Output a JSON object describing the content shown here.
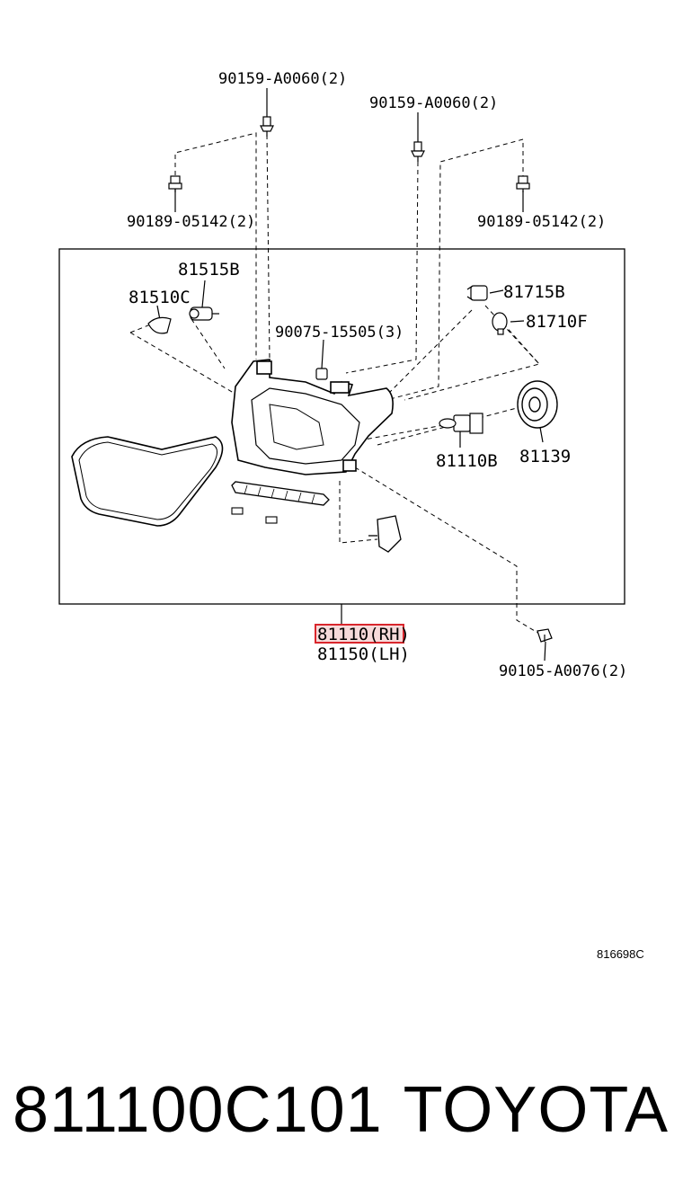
{
  "diagram": {
    "labels": {
      "bolt_upper_left": "90159-A0060(2)",
      "bolt_upper_right": "90159-A0060(2)",
      "clip_left": "90189-05142(2)",
      "clip_right": "90189-05142(2)",
      "bulb_81515b": "81515B",
      "socket_81510c": "81510C",
      "nut_90075": "90075-15505(3)",
      "socket_81715b": "81715B",
      "bulb_81710f": "81710F",
      "bulb_81110b": "81110B",
      "cover_81139": "81139",
      "assy_rh": "81110(RH)",
      "assy_lh": "81150(LH)",
      "screw_90105": "90105-A0076(2)",
      "ref_code": "816698C"
    },
    "highlight_color": "#d9262c"
  },
  "footer": {
    "part_number": "811100C101",
    "brand": "TOYOTA"
  }
}
